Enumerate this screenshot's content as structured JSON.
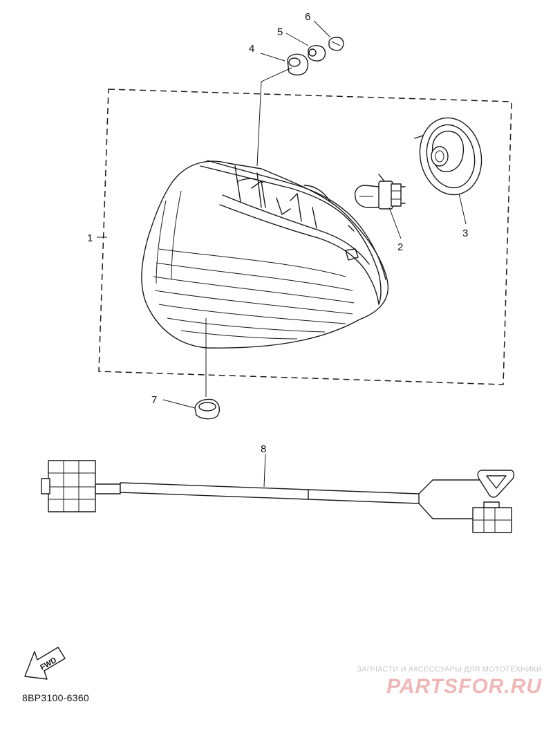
{
  "diagram": {
    "callouts": [
      "1",
      "2",
      "3",
      "4",
      "5",
      "6",
      "7",
      "8"
    ],
    "fwd_label": "FWD",
    "code": "8BP3100-6360"
  },
  "watermark": {
    "subtitle": "ЗАПЧАСТИ И АКСЕССУАРЫ ДЛЯ МОТОТЕХНИКИ",
    "brand": "PARTSFOR.RU",
    "color": "#f0b7b7"
  }
}
